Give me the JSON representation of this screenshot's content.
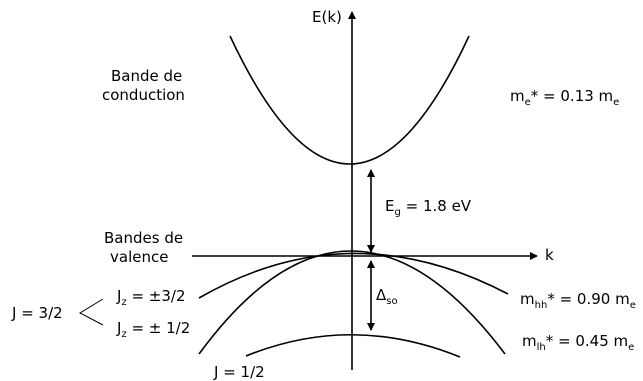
{
  "axes": {
    "y_label": "E(k)",
    "x_label": "k"
  },
  "labels": {
    "conduction_line1": "Bande de",
    "conduction_line2": "conduction",
    "valence_line1": "Bandes de",
    "valence_line2": "valence",
    "me": {
      "base": "m",
      "sub": "e",
      "rest": "* = 0.13 m",
      "tail_sub": "e"
    },
    "eg": {
      "base": "E",
      "sub": "g",
      "rest": " = 1.8 eV"
    },
    "dso": {
      "base": "Δ",
      "sub": "so"
    },
    "mhh": {
      "base": "m",
      "sub": "hh",
      "rest": "* = 0.90 m",
      "tail_sub": "e"
    },
    "mlh": {
      "base": "m",
      "sub": "lh",
      "rest": "* = 0.45 m",
      "tail_sub": "e"
    },
    "j32": "J = 3/2",
    "jz32": {
      "base": "J",
      "sub": "z",
      "rest": " = ±3/2"
    },
    "jz12": {
      "base": "J",
      "sub": "z",
      "rest": " = ± 1/2"
    },
    "j12": "J = 1/2"
  }
}
